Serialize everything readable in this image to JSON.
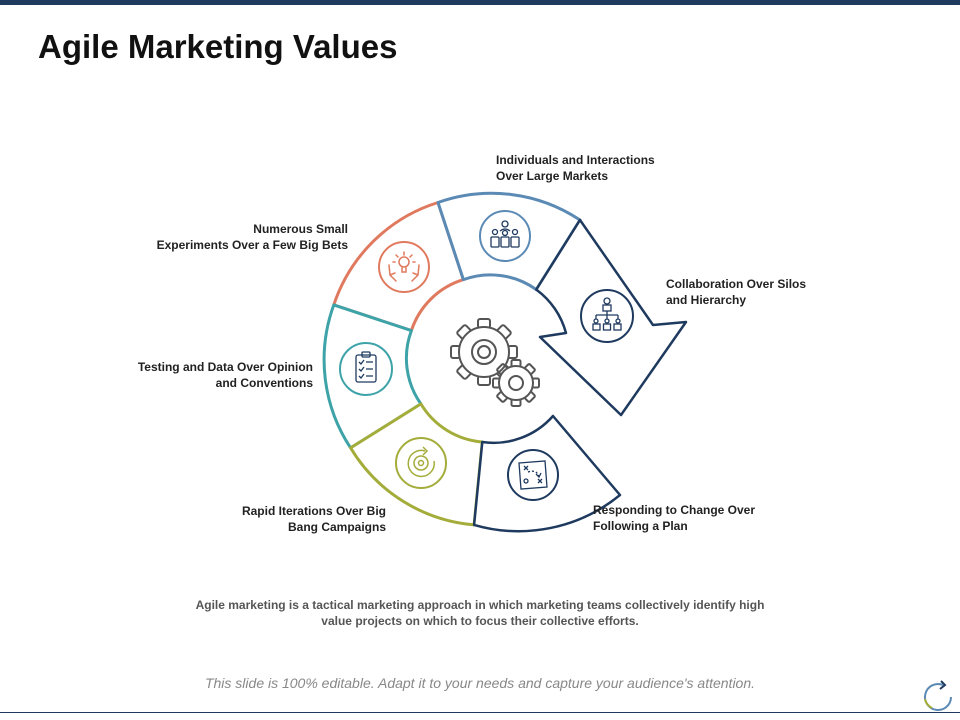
{
  "title": "Agile Marketing Values",
  "colors": {
    "navy": "#1f3a5f",
    "blue": "#5b8ab5",
    "orange": "#e07a5f",
    "teal": "#3ea3a8",
    "olive": "#a4ad3a",
    "gray": "#555555"
  },
  "segments": [
    {
      "id": "individuals",
      "lines": [
        "Individuals and Interactions",
        "Over Large Markets"
      ],
      "icon": "people-team-icon",
      "color": "#5b8ab5"
    },
    {
      "id": "collaboration",
      "lines": [
        "Collaboration Over Silos",
        "and Hierarchy"
      ],
      "icon": "hierarchy-icon",
      "color": "#1f3a5f"
    },
    {
      "id": "responding",
      "lines": [
        "Responding to Change Over",
        "Following a Plan"
      ],
      "icon": "strategy-plan-icon",
      "color": "#1f3a5f"
    },
    {
      "id": "rapid",
      "lines": [
        "Rapid Iterations Over Big",
        "Bang Campaigns"
      ],
      "icon": "iteration-cycle-icon",
      "color": "#a4ad3a"
    },
    {
      "id": "testing",
      "lines": [
        "Testing and Data Over Opinion",
        "and Conventions"
      ],
      "icon": "checklist-icon",
      "color": "#3ea3a8"
    },
    {
      "id": "experiments",
      "lines": [
        "Numerous Small",
        "Experiments Over a Few Big Bets"
      ],
      "icon": "hands-idea-icon",
      "color": "#e07a5f"
    }
  ],
  "center_icon": "gears-icon",
  "description": {
    "line1": "Agile marketing is a tactical marketing approach in which marketing teams collectively identify high",
    "line2": "value projects on which to focus  their collective efforts."
  },
  "footer": "This slide is 100% editable.  Adapt it to your needs and capture your audience's attention.",
  "corner_icon": "refresh-cycle-icon"
}
